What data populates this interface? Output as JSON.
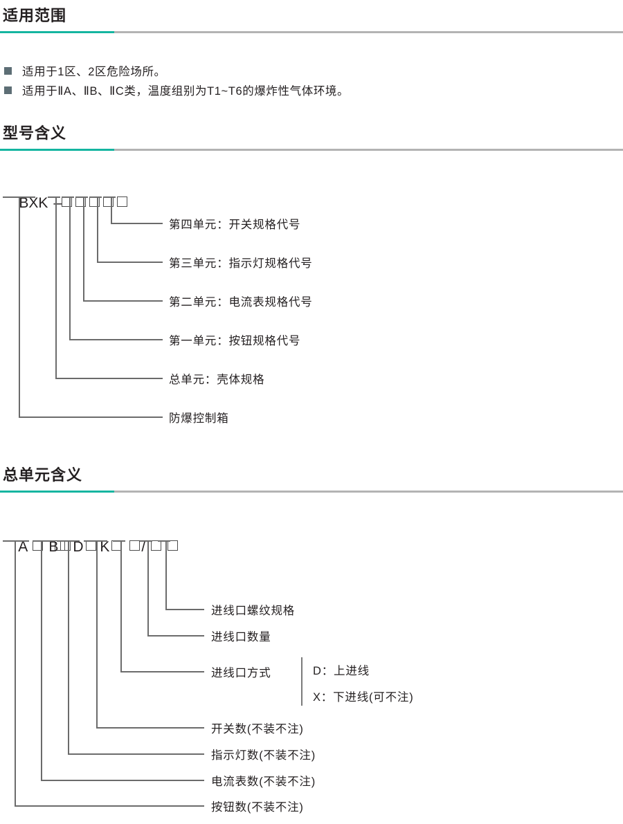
{
  "sections": [
    {
      "title": "适用范围",
      "bullets": [
        "适用于1区、2区危险场所。",
        "适用于ⅡA、ⅡB、ⅡC类，温度组别为T1~T6的爆炸性气体环境。"
      ]
    },
    {
      "title": "型号含义",
      "code": {
        "prefix": "BXK",
        "dash": "–",
        "box_count": 5
      },
      "labels": [
        "第四单元：开关规格代号",
        "第三单元：指示灯规格代号",
        "第二单元：电流表规格代号",
        "第一单元：按钮规格代号",
        "总单元：壳体规格",
        "防爆控制箱"
      ]
    },
    {
      "title": "总单元含义",
      "code": {
        "tokens": [
          "A",
          "B",
          "D",
          "K"
        ],
        "slash": "/",
        "box_count": 7
      },
      "labels": [
        "进线口螺纹规格",
        "进线口数量",
        "进线口方式",
        "开关数(不装不注)",
        "指示灯数(不装不注)",
        "电流表数(不装不注)",
        "按钮数(不装不注)"
      ],
      "sub_labels": [
        "D：上进线",
        "X：下进线(可不注)"
      ]
    }
  ],
  "colors": {
    "accent": "#14b5a0",
    "rule": "#b3b3b3",
    "bullet": "#5d6e75",
    "ink": "#231f20",
    "line": "#6b6b6b"
  }
}
